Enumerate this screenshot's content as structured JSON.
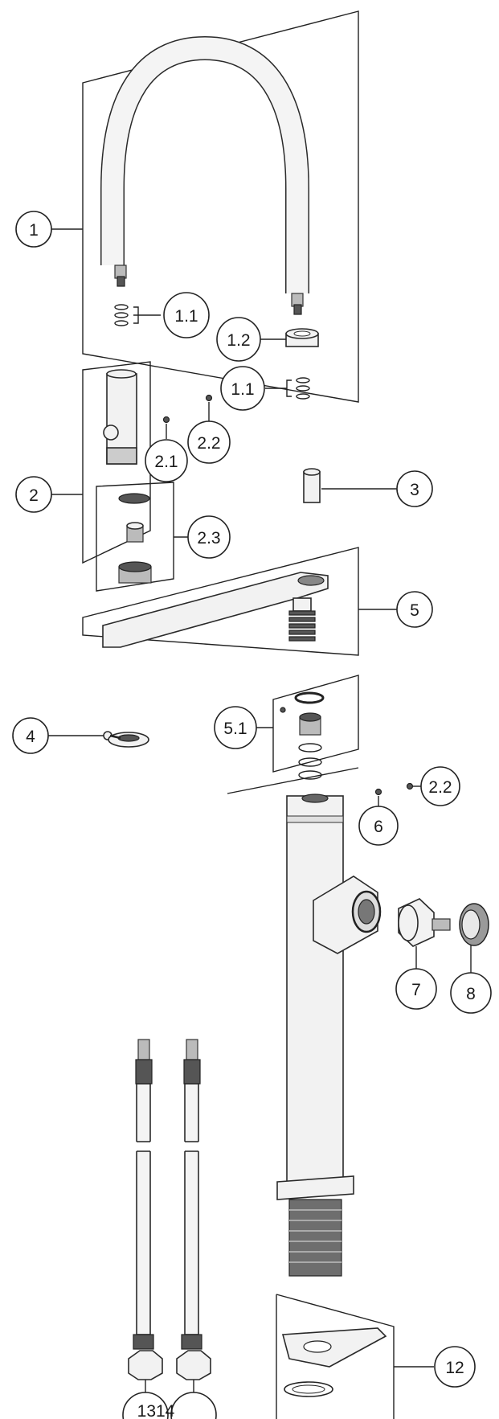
{
  "callouts": {
    "c1": "1",
    "c1_1a": "1.1",
    "c1_2": "1.2",
    "c1_1b": "1.1",
    "c2": "2",
    "c2_1": "2.1",
    "c2_2a": "2.2",
    "c2_3": "2.3",
    "c3": "3",
    "c4": "4",
    "c5": "5",
    "c5_1": "5.1",
    "c2_2b": "2.2",
    "c6": "6",
    "c7": "7",
    "c8": "8",
    "c13_14": "1314",
    "c12": "12"
  }
}
